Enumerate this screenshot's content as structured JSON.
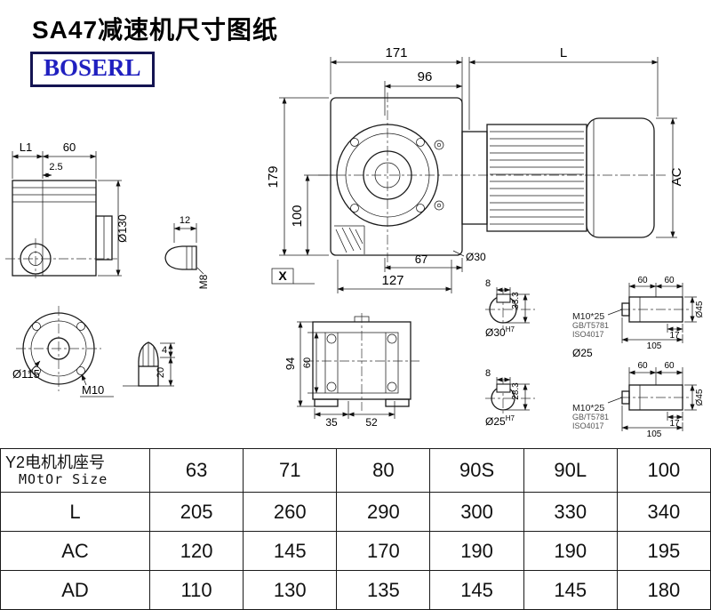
{
  "title": "SA47减速机尺寸图纸",
  "logo": "BOSERL",
  "front_view": {
    "dim_171": "171",
    "dim_96": "96",
    "dim_L": "L",
    "dim_179": "179",
    "dim_100": "100",
    "dim_AC": "AC",
    "dim_67": "67",
    "bore_label": "Ø30",
    "detail_label": "X",
    "dim_127": "127"
  },
  "side_view": {
    "dim_L1": "L1",
    "dim_60": "60",
    "dim_2_5": "2.5",
    "dim_phi130": "Ø130"
  },
  "flange_view": {
    "dim_phi115": "Ø115",
    "thread_M10": "M10"
  },
  "plug_m8": {
    "dim_12": "12",
    "thread_M8": "M8"
  },
  "vent_plug": {
    "dim_4": "4",
    "dim_20": "20"
  },
  "bottom_view": {
    "dim_94": "94",
    "dim_60": "60",
    "dim_35": "35",
    "dim_52": "52"
  },
  "shaft_upper": {
    "keyway_width": "8",
    "keyway_depth": "33.3",
    "bore": "Ø30",
    "bore_tolerance": "H7",
    "dim_60_left": "60",
    "dim_60_right": "60",
    "screw": "M10*25",
    "standard_1": "GB/T5781",
    "standard_2": "ISO4017",
    "dim_17": "17",
    "dim_105": "105",
    "dim_phi45": "Ø45"
  },
  "shaft_lower": {
    "label": "Ø25",
    "keyway_width": "8",
    "keyway_depth": "28.3",
    "bore": "Ø25",
    "bore_tolerance": "H7",
    "dim_60_left": "60",
    "dim_60_right": "60",
    "screw": "M10*25",
    "standard_1": "GB/T5781",
    "standard_2": "ISO4017",
    "dim_17": "17",
    "dim_105": "105",
    "dim_phi45": "Ø45"
  },
  "table": {
    "header": {
      "label_cn": "Y2电机机座号",
      "label_en": "MOtOr Size",
      "values": [
        "63",
        "71",
        "80",
        "90S",
        "90L",
        "100"
      ]
    },
    "rows": [
      {
        "label": "L",
        "values": [
          "205",
          "260",
          "290",
          "300",
          "330",
          "340"
        ]
      },
      {
        "label": "AC",
        "values": [
          "120",
          "145",
          "170",
          "190",
          "190",
          "195"
        ]
      },
      {
        "label": "AD",
        "values": [
          "110",
          "130",
          "135",
          "145",
          "145",
          "180"
        ]
      }
    ]
  }
}
